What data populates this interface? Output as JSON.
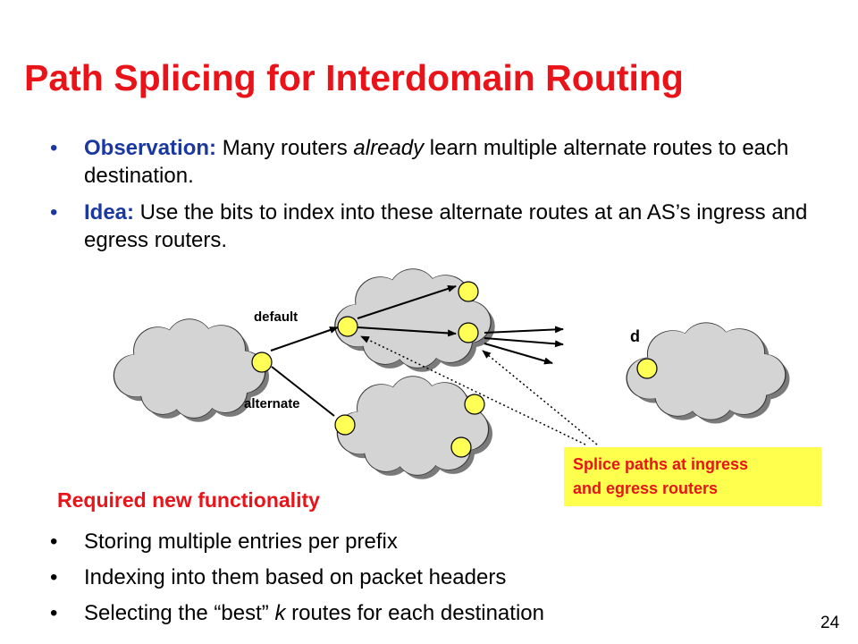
{
  "slide": {
    "title": "Path Splicing for Interdomain Routing",
    "page_number": "24"
  },
  "bullets": [
    {
      "lead": "Observation:",
      "text_before": " Many routers ",
      "italic": "already",
      "text_after": " learn multiple alternate routes to each destination."
    },
    {
      "lead": "Idea:",
      "text": " Use the bits to index into these alternate routes at an AS’s ingress and egress routers."
    }
  ],
  "diagram": {
    "labels": {
      "default": "default",
      "alternate": "alternate",
      "destination": "d"
    },
    "callout": {
      "line1": "Splice paths at ingress",
      "line2": "and egress routers"
    },
    "colors": {
      "cloud_fill": "#d4d4d4",
      "router_fill": "#ffff55",
      "callout_bg": "#ffff4d"
    }
  },
  "required": {
    "heading": "Required new functionality",
    "items": [
      {
        "text": "Storing multiple entries per prefix"
      },
      {
        "text": "Indexing into them based on packet headers"
      },
      {
        "before": "Selecting the “best” ",
        "italic": "k",
        "after": " routes for each destination"
      }
    ]
  },
  "colors": {
    "title": "#e8141a",
    "lead": "#1a38a0"
  }
}
